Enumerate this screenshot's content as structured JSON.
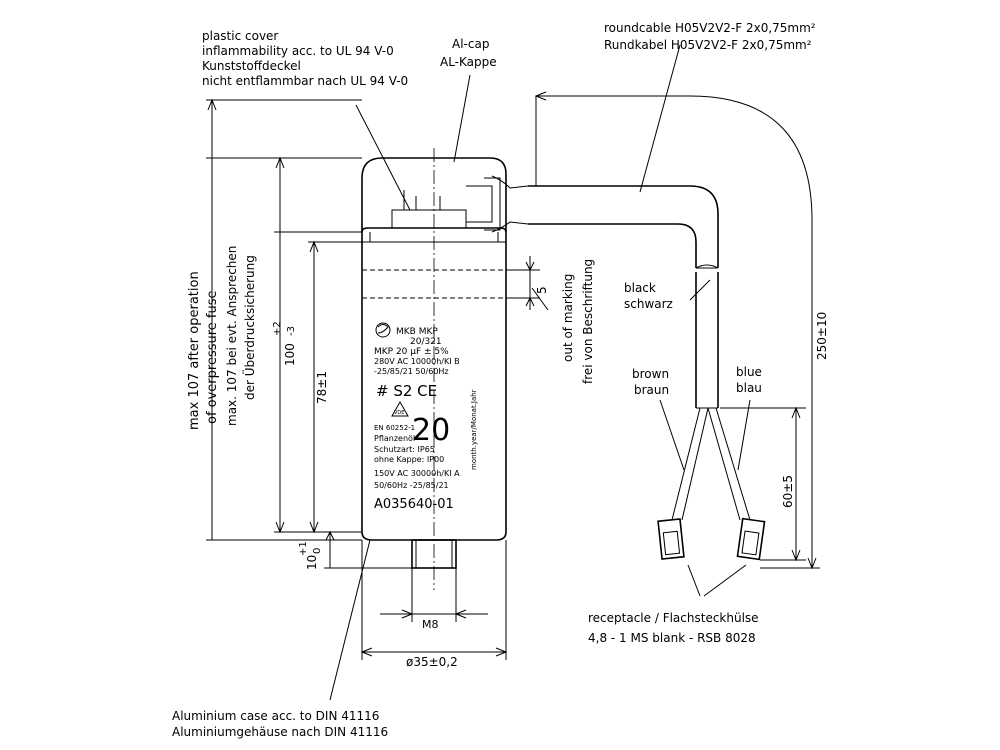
{
  "labels": {
    "plastic_cover": [
      "plastic cover",
      "inflammability acc. to UL 94 V-0",
      "Kunststoffdeckel",
      "nicht entflammbar nach UL 94 V-0"
    ],
    "al_cap": [
      "Al-cap",
      "AL-Kappe"
    ],
    "cable": [
      "roundcable H05V2V2-F 2x0,75mm²",
      "Rundkabel H05V2V2-F 2x0,75mm²"
    ],
    "black": [
      "black",
      "schwarz"
    ],
    "brown": [
      "brown",
      "braun"
    ],
    "blue": [
      "blue",
      "blau"
    ],
    "out_of_marking": [
      "out of marking",
      "frei von Beschriftung"
    ],
    "overpressure": [
      "max 107 after operation",
      "of overpressure fuse",
      "max. 107 bei evt. Ansprechen",
      "der Überdrucksicherung"
    ],
    "receptacle": [
      "receptacle / Flachsteckhülse",
      "4,8 - 1 MS blank - RSB 8028"
    ],
    "aluminium_case": [
      "Aluminium case acc. to DIN 41116",
      "Aluminiumgehäuse nach DIN 41116"
    ]
  },
  "dimensions": {
    "height_total": "100",
    "height_tol_up": "+2",
    "height_tol_down": "-3",
    "marking_height": "78±1",
    "gap": "5",
    "stud_length": "10",
    "stud_tol_up": "+1",
    "stud_tol_down": "0",
    "thread": "M8",
    "diameter": "ø35±0,2",
    "cable_length": "250±10",
    "lead_length": "60±5"
  },
  "case_marking": {
    "line1": "MKB MKP",
    "line2": "20/321",
    "line3": "MKP 20 µF ± 5%",
    "line4": "280V AC 10000h/KI B",
    "line5": "-25/85/21 50/60Hz",
    "mark_s2": "# S2 CE",
    "vde": "VDE",
    "standard": "EN 60252-1",
    "oil": "Pflanzenöl",
    "capacitance": "20",
    "protection1": "Schutzart: IP65",
    "protection2": "ohne Kappe: IP00",
    "date_code": "month.year/Monat.Jahr",
    "line6": "150V AC 30000h/KI A",
    "line7": "50/60Hz -25/85/21",
    "part_no": "A035640-01"
  }
}
